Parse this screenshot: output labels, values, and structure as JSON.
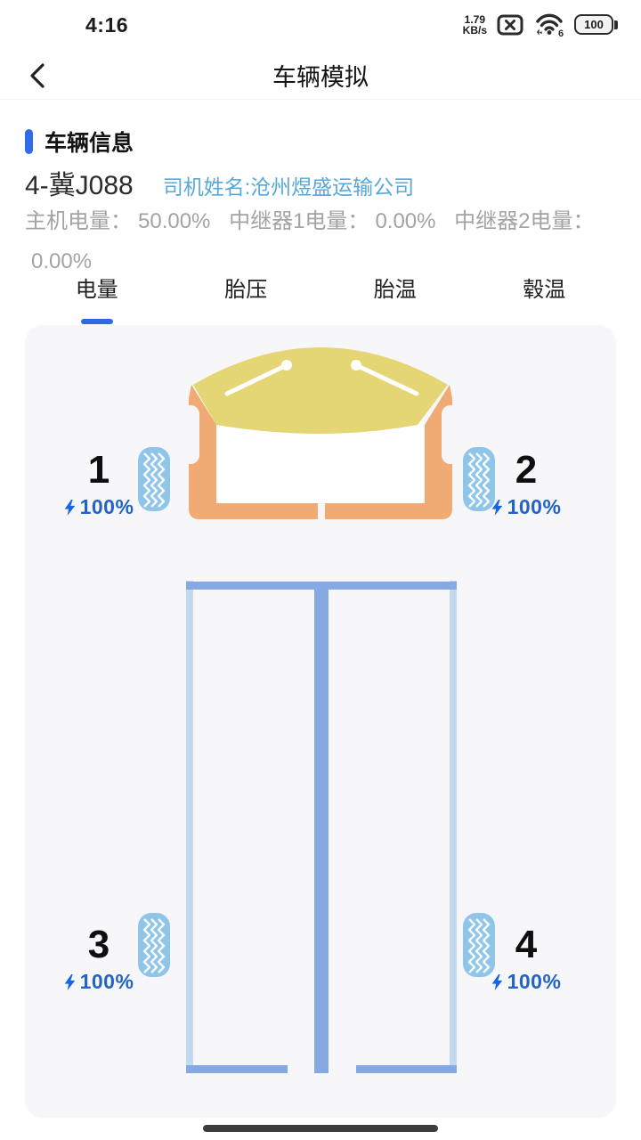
{
  "colors": {
    "accent_blue": "#2F6CE5",
    "tab_underline": "#2E6BE3",
    "driver_link": "#58A8DC",
    "muted_text": "#A3A3A3",
    "cab_orange": "#F0AB74",
    "windshield_yellow": "#E5D675",
    "tire_blue": "#90C5EA",
    "trailer_blue": "#85A9E2",
    "trailer_light_blue": "#C2DAEE",
    "bolt_blue": "#1465E8",
    "percent_blue": "#2163C8",
    "card_bg": "#F7F7FA"
  },
  "status_bar": {
    "time": "4:16",
    "network_speed_top": "1.79",
    "network_speed_bottom": "KB/s",
    "wifi_label": "6",
    "battery_level": "100"
  },
  "header": {
    "title": "车辆模拟"
  },
  "vehicle_info": {
    "section_title": "车辆信息",
    "plate": "4-冀J088",
    "driver": "司机姓名:沧州煜盛运输公司",
    "battery_summary": [
      {
        "label": "主机电量：",
        "value": "50.00%"
      },
      {
        "label": "中继器1电量：",
        "value": "0.00%"
      },
      {
        "label": "中继器2电量：",
        "value": "0.00%"
      }
    ]
  },
  "tabs": [
    {
      "label": "电量",
      "active": true
    },
    {
      "label": "胎压",
      "active": false
    },
    {
      "label": "胎温",
      "active": false
    },
    {
      "label": "毂温",
      "active": false
    }
  ],
  "diagram": {
    "tires": [
      {
        "number": "1",
        "percent": "100%"
      },
      {
        "number": "2",
        "percent": "100%"
      },
      {
        "number": "3",
        "percent": "100%"
      },
      {
        "number": "4",
        "percent": "100%"
      }
    ]
  }
}
